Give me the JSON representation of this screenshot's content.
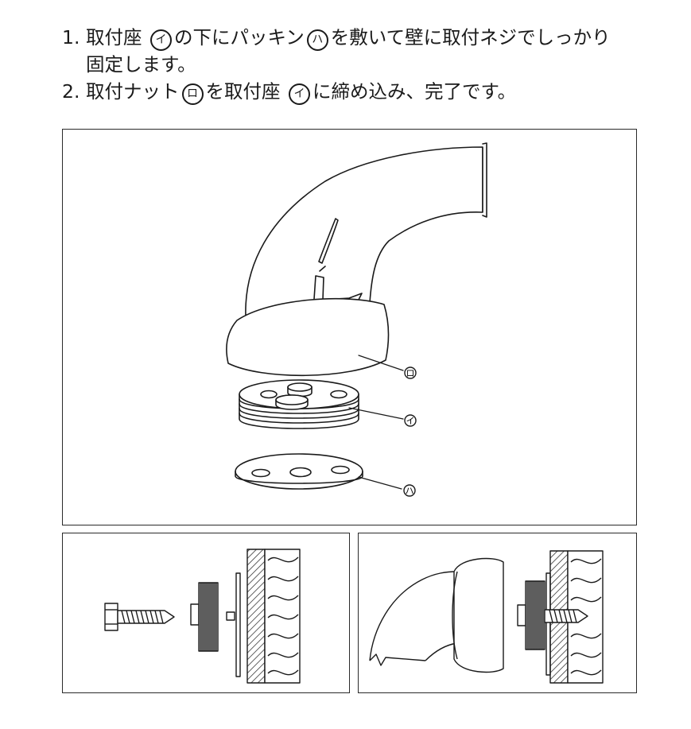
{
  "instructions": [
    {
      "number": "1.",
      "seg1": "取付座",
      "mark1": "イ",
      "seg2": "の下にパッキン",
      "mark2": "ハ",
      "seg3": "を敷いて壁に取付ネジでしっかり",
      "line2": "固定します。"
    },
    {
      "number": "2.",
      "seg1": "取付ナット",
      "mark1": "ロ",
      "seg2": "を取付座",
      "mark2": "イ",
      "seg3": "に締め込み、完了です。"
    }
  ],
  "callouts": {
    "ro": "ロ",
    "i": "イ",
    "ha": "ハ"
  }
}
